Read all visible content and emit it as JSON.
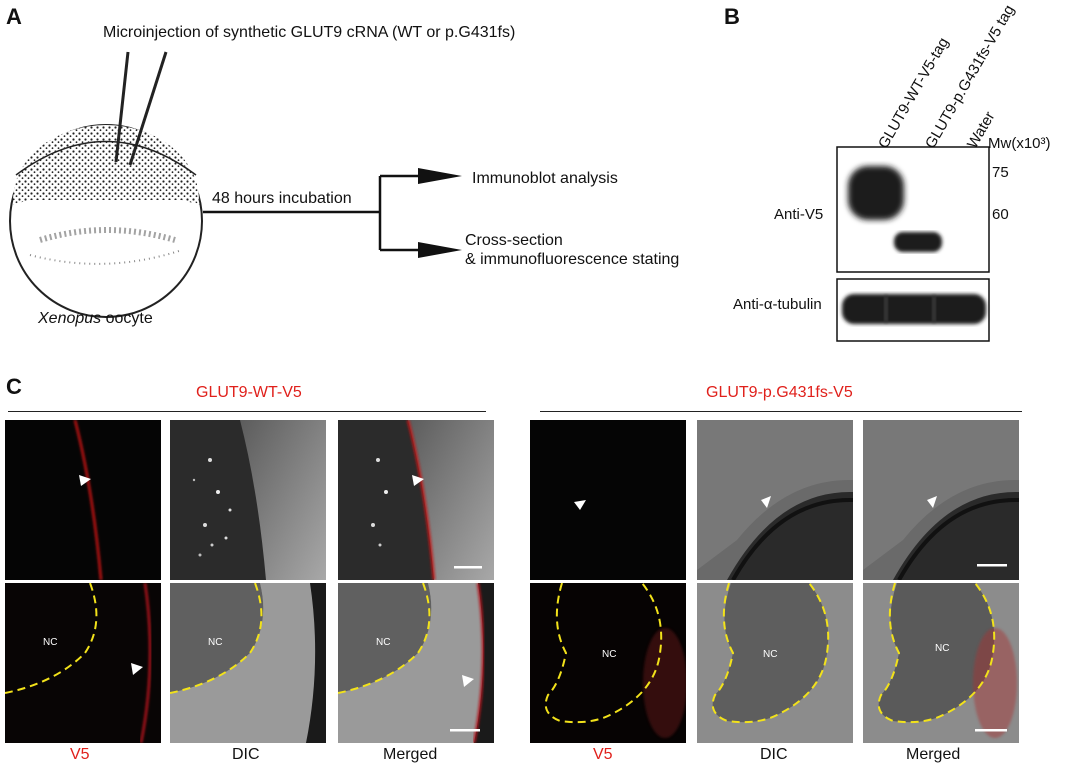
{
  "panel_a": {
    "label": "A",
    "injection_text": "Microinjection of synthetic GLUT9 cRNA (WT or p.G431fs)",
    "incubation_text": "48 hours incubation",
    "branch1": "Immunoblot analysis",
    "branch2_line1": "Cross-section",
    "branch2_line2": "& immunofluorescence stating",
    "oocyte_italic": "Xenopus",
    "oocyte_rest": " oocyte"
  },
  "panel_b": {
    "label": "B",
    "lanes": [
      "GLUT9-WT-V5-tag",
      "GLUT9-p.G431fs-V5 tag",
      "Water"
    ],
    "mw_label": "Mw(x10³)",
    "mw_markers": [
      "75",
      "60"
    ],
    "anti_v5": "Anti-V5",
    "anti_tubulin": "Anti-α-tubulin"
  },
  "panel_c": {
    "label": "C",
    "group_left_title": "GLUT9-WT-V5",
    "group_right_title": "GLUT9-p.G431fs-V5",
    "columns": [
      "V5",
      "DIC",
      "Merged"
    ],
    "nc_label": "NC"
  },
  "colors": {
    "accent_red": "#e0201b",
    "dashed_yellow": "#f2e21a",
    "membrane_red": "#b0151a"
  }
}
